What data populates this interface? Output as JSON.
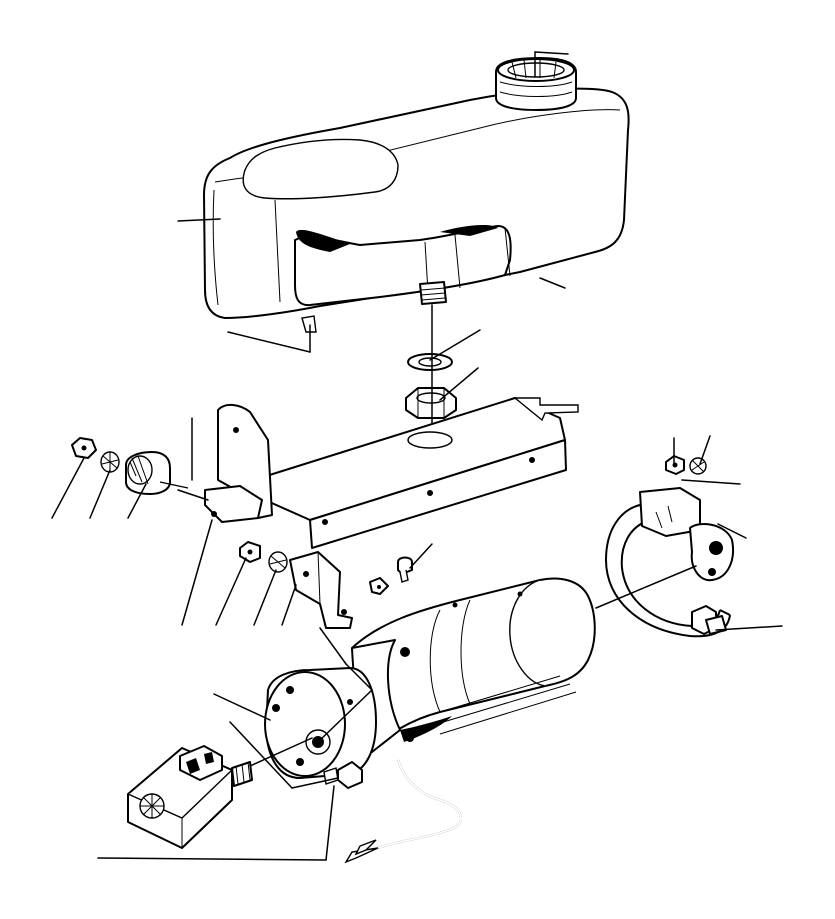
{
  "diagram": {
    "type": "exploded-parts-drawing",
    "parts": [
      {
        "name": "fluid-reservoir",
        "icon": "reservoir-tank-icon"
      },
      {
        "name": "filler-neck",
        "icon": "filler-neck-icon"
      },
      {
        "name": "outlet-fitting",
        "icon": "threaded-fitting-icon"
      },
      {
        "name": "sealing-washer",
        "icon": "washer-icon"
      },
      {
        "name": "hex-nut",
        "icon": "hex-nut-icon"
      },
      {
        "name": "mounting-bracket",
        "icon": "bracket-icon"
      },
      {
        "name": "rubber-mount",
        "icon": "rubber-mount-icon"
      },
      {
        "name": "small-bracket",
        "icon": "angle-bracket-icon"
      },
      {
        "name": "clamp-strap",
        "icon": "clamp-icon"
      },
      {
        "name": "pump-motor",
        "icon": "electric-motor-icon"
      },
      {
        "name": "pressure-switch",
        "icon": "switch-icon"
      },
      {
        "name": "cable",
        "icon": "cable-icon"
      }
    ],
    "callout_labels": []
  }
}
